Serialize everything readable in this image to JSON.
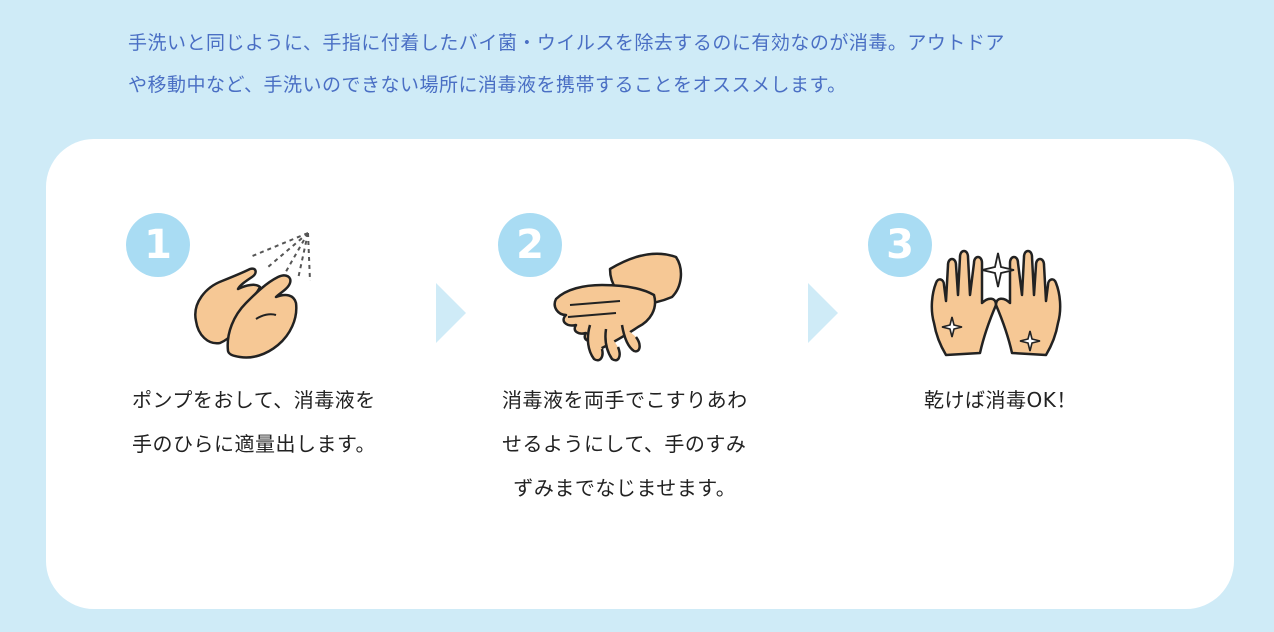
{
  "intro": {
    "line1": "手洗いと同じように、手指に付着したバイ菌・ウイルスを除去するのに有効なのが消毒。アウトドア",
    "line2": "や移動中など、手洗いのできない場所に消毒液を携帯することをオススメします。"
  },
  "steps": [
    {
      "number": "1",
      "illustration": "spray-hands-illustration",
      "lines": [
        "ポンプをおして、消毒液を",
        "手のひらに適量出します。"
      ]
    },
    {
      "number": "2",
      "illustration": "rubbing-hands-illustration",
      "lines": [
        "消毒液を両手でこすりあわ",
        "せるようにして、手のすみ",
        "ずみまでなじませます。"
      ]
    },
    {
      "number": "3",
      "illustration": "clean-hands-sparkle-illustration",
      "lines": [
        "乾けば消毒OK！"
      ]
    }
  ],
  "colors": {
    "background": "#cfebf7",
    "card": "#ffffff",
    "intro_text": "#4a6fc4",
    "step_badge": "#a9dcf3",
    "arrow": "#cfebf7",
    "skin": "#f6c895",
    "outline": "#222222"
  }
}
